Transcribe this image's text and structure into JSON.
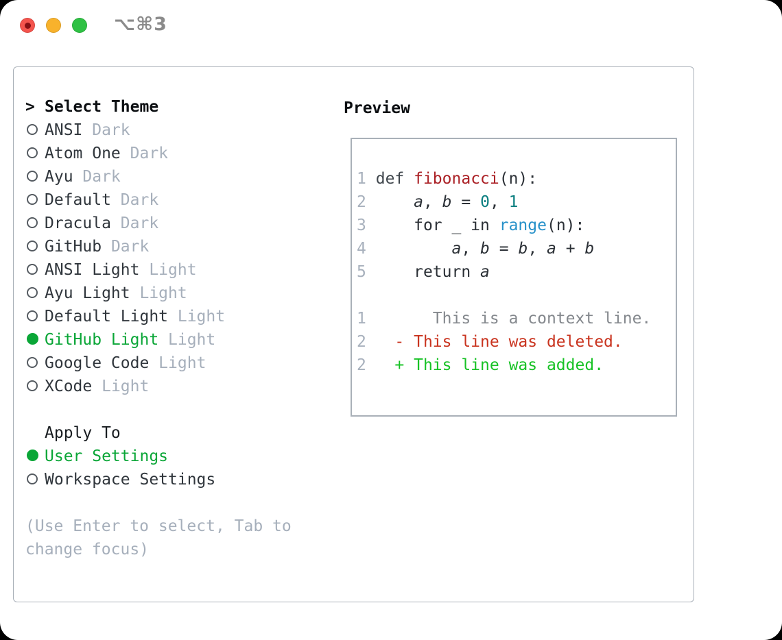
{
  "window": {
    "title": "⌥⌘3",
    "traffic_lights": [
      "close",
      "minimize",
      "zoom"
    ]
  },
  "select_theme": {
    "title": "Select Theme",
    "cursor": ">",
    "items": [
      {
        "name": "ANSI",
        "variant": "Dark",
        "selected": false
      },
      {
        "name": "Atom One",
        "variant": "Dark",
        "selected": false
      },
      {
        "name": "Ayu",
        "variant": "Dark",
        "selected": false
      },
      {
        "name": "Default",
        "variant": "Dark",
        "selected": false
      },
      {
        "name": "Dracula",
        "variant": "Dark",
        "selected": false
      },
      {
        "name": "GitHub",
        "variant": "Dark",
        "selected": false
      },
      {
        "name": "ANSI Light",
        "variant": "Light",
        "selected": false
      },
      {
        "name": "Ayu Light",
        "variant": "Light",
        "selected": false
      },
      {
        "name": "Default Light",
        "variant": "Light",
        "selected": false
      },
      {
        "name": "GitHub Light",
        "variant": "Light",
        "selected": true
      },
      {
        "name": "Google Code",
        "variant": "Light",
        "selected": false
      },
      {
        "name": "XCode",
        "variant": "Light",
        "selected": false
      }
    ],
    "apply_to": {
      "title": "Apply To",
      "options": [
        {
          "name": "User Settings",
          "selected": true
        },
        {
          "name": "Workspace Settings",
          "selected": false
        }
      ]
    },
    "hint": "(Use Enter to select, Tab to change focus)"
  },
  "preview": {
    "title": "Preview",
    "code_lines": [
      {
        "num": "1",
        "tokens": [
          [
            "pl",
            " "
          ],
          [
            "kw",
            "def "
          ],
          [
            "fn",
            "fibonacci"
          ],
          [
            "pl",
            "(n):"
          ]
        ]
      },
      {
        "num": "2",
        "tokens": [
          [
            "pl",
            "     "
          ],
          [
            "v",
            "a"
          ],
          [
            "pl",
            ", "
          ],
          [
            "v",
            "b"
          ],
          [
            "pl",
            " = "
          ],
          [
            "lit",
            "0"
          ],
          [
            "pl",
            ", "
          ],
          [
            "lit",
            "1"
          ]
        ]
      },
      {
        "num": "3",
        "tokens": [
          [
            "pl",
            "     for _ in "
          ],
          [
            "bi",
            "range"
          ],
          [
            "pl",
            "(n):"
          ]
        ]
      },
      {
        "num": "4",
        "tokens": [
          [
            "pl",
            "         "
          ],
          [
            "v",
            "a"
          ],
          [
            "pl",
            ", "
          ],
          [
            "v",
            "b"
          ],
          [
            "pl",
            " = "
          ],
          [
            "v",
            "b"
          ],
          [
            "pl",
            ", "
          ],
          [
            "v",
            "a"
          ],
          [
            "pl",
            " + "
          ],
          [
            "v",
            "b"
          ]
        ]
      },
      {
        "num": "5",
        "tokens": [
          [
            "pl",
            "     return "
          ],
          [
            "v",
            "a"
          ]
        ]
      }
    ],
    "diff_lines": [
      {
        "num": "1",
        "kind": "ctx",
        "text": "       This is a context line."
      },
      {
        "num": "2",
        "kind": "del",
        "text": "   - This line was deleted."
      },
      {
        "num": "2",
        "kind": "add",
        "text": "   + This line was added."
      }
    ]
  },
  "colors": {
    "selection_green": "#0aa637",
    "diff_added": "#17c225",
    "diff_deleted": "#c9341f",
    "context_gray": "#84888d",
    "code_function_red": "#ab2126",
    "code_builtin_blue": "#2791c9",
    "code_literal_teal": "#0c7f80",
    "muted_gray": "#a6afbb",
    "border_gray": "#a9b0b8",
    "traffic_red": "#f4544d",
    "traffic_yellow": "#f8b22c",
    "traffic_green": "#2fc144"
  }
}
